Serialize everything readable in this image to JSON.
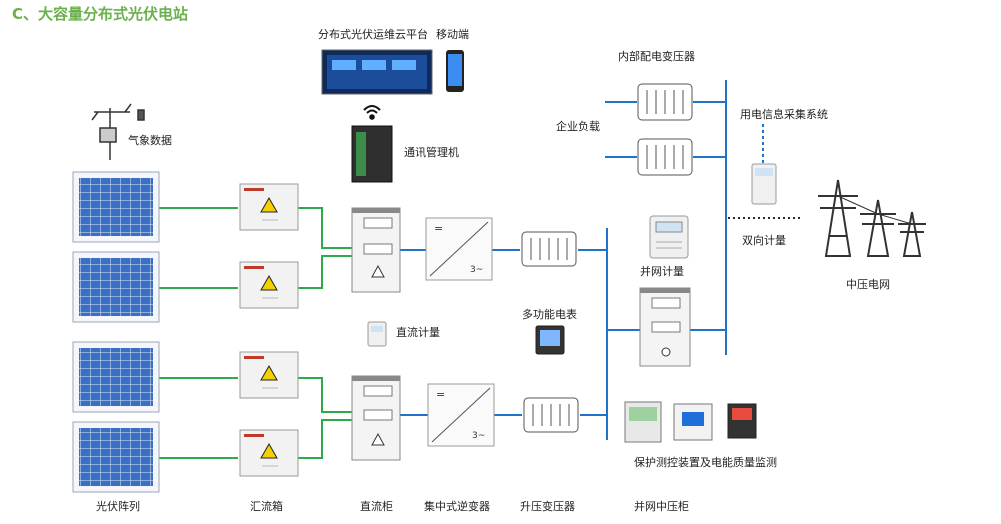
{
  "colors": {
    "title": "#6ab04c",
    "green_line": "#2eaa4a",
    "blue_line": "#1f73c9",
    "dark_line": "#2b2b2b",
    "panel_blue": "#3a6fc4",
    "tower": "#333333",
    "warning_yellow": "#f5d000"
  },
  "title": "C、大容量分布式光伏电站",
  "labels": {
    "cloud_platform": "分布式光伏运维云平台",
    "mobile": "移动端",
    "weather": "气象数据",
    "comm_manager": "通讯管理机",
    "internal_transformer": "内部配电变压器",
    "enterprise_load": "企业负载",
    "info_collection": "用电信息采集系统",
    "bidirectional_meter": "双向计量",
    "mv_grid": "中压电网",
    "grid_meter": "并网计量",
    "dc_meter": "直流计量",
    "multifunction_meter": "多功能电表",
    "protection": "保护测控装置及电能质量监测",
    "pv_array": "光伏阵列",
    "combiner_box": "汇流箱",
    "dc_cabinet": "直流柜",
    "central_inverter": "集中式逆变器",
    "step_up_transformer": "升压变压器",
    "grid_mv_cabinet": "并网中压柜"
  },
  "icons": {
    "wifi": "wifi-icon",
    "warning": "warning-icon",
    "tower": "transmission-tower-icon",
    "phone": "mobile-phone-icon",
    "monitor": "monitor-icon",
    "weather_station": "weather-station-icon"
  },
  "symbols": {
    "dc": "=",
    "ac": "3~"
  }
}
